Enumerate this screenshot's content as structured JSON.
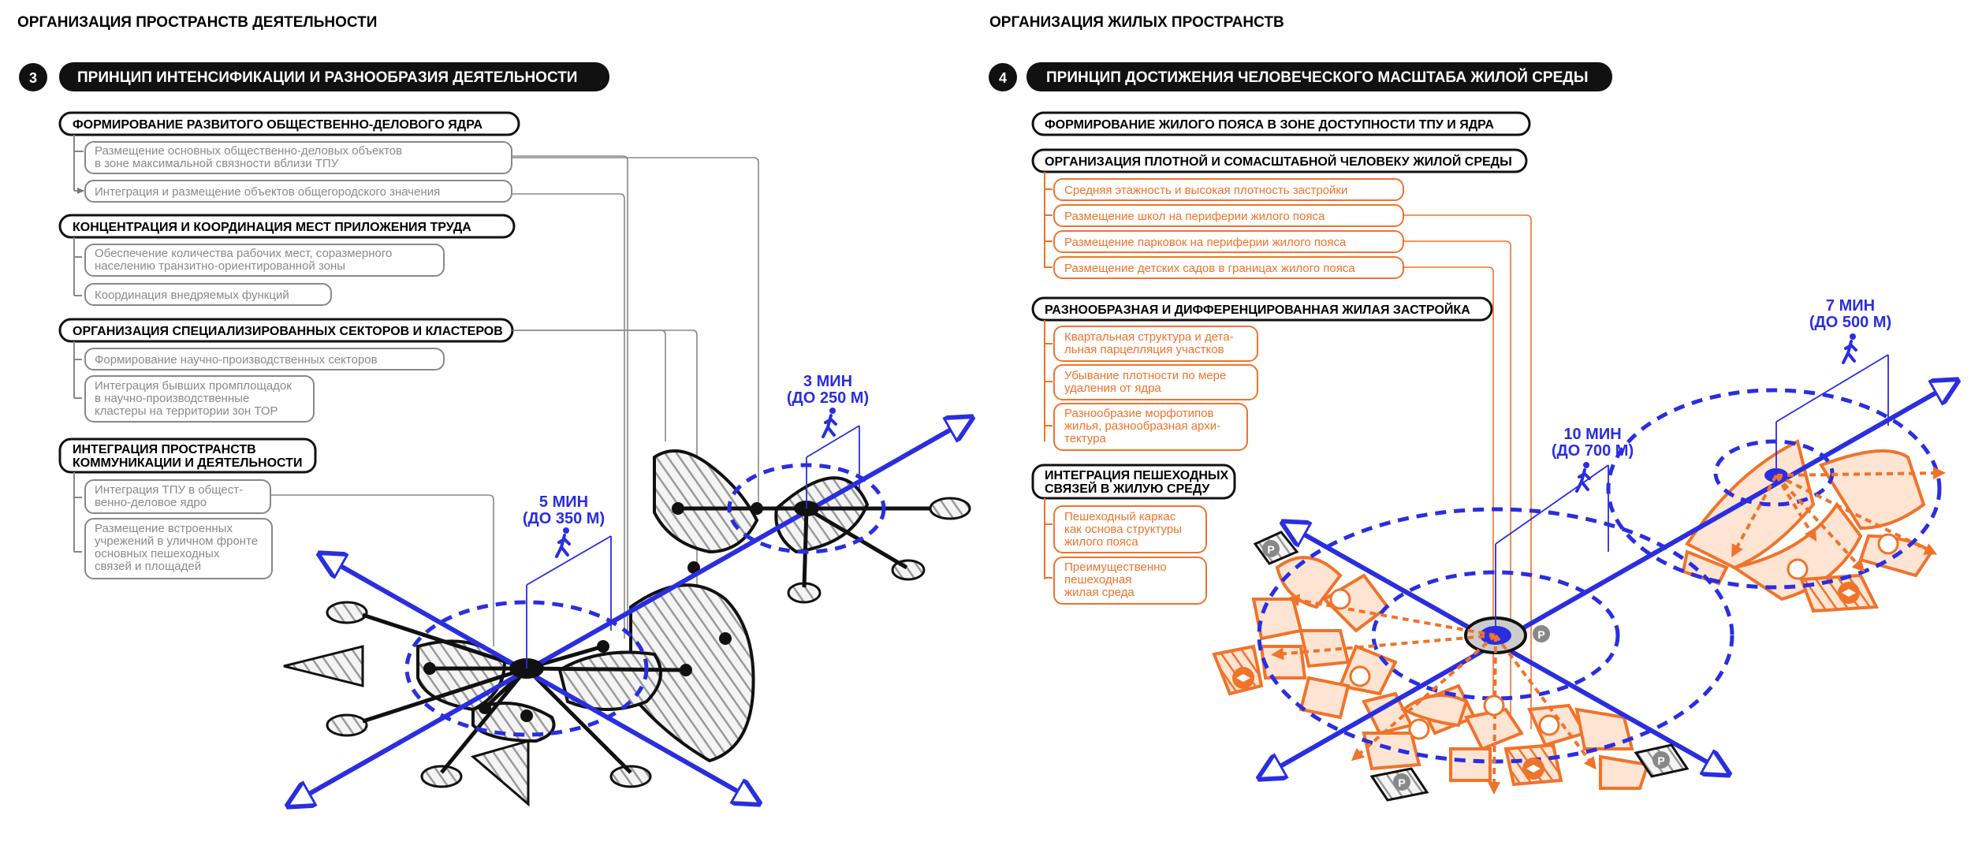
{
  "left": {
    "section_title": "ОРГАНИЗАЦИЯ ПРОСТРАНСТВ ДЕЯТЕЛЬНОСТИ",
    "principle_number": "3",
    "principle_title": "ПРИНЦИП ИНТЕНСИФИКАЦИИ И РАЗНООБРАЗИЯ ДЕЯТЕЛЬНОСТИ",
    "groups": [
      {
        "title": "ФОРМИРОВАНИЕ РАЗВИТОГО ОБЩЕСТВЕННО-ДЕЛОВОГО ЯДРА",
        "items": [
          "Размещение основных общественно-деловых объектов\nв зоне максимальной связности вблизи ТПУ",
          "Интеграция и размещение объектов общегородского значения"
        ]
      },
      {
        "title": "КОНЦЕНТРАЦИЯ И КООРДИНАЦИЯ МЕСТ ПРИЛОЖЕНИЯ ТРУДА",
        "items": [
          "Обеспечение количества рабочих мест, соразмерного\nнаселению транзитно-ориентированной зоны",
          "Координация внедряемых функций"
        ]
      },
      {
        "title": "ОРГАНИЗАЦИЯ СПЕЦИАЛИЗИРОВАННЫХ СЕКТОРОВ И КЛАСТЕРОВ",
        "items": [
          "Формирование научно-производственных секторов",
          "Интеграция бывших промплощадок\nв научно-производственные\nкластеры на территории зон ТОР"
        ]
      },
      {
        "title": "ИНТЕГРАЦИЯ ПРОСТРАНСТВ\nКОММУНИКАЦИИ И ДЕЯТЕЛЬНОСТИ",
        "items": [
          "Интеграция ТПУ в общест-\nвенно-деловое ядро",
          "Размещение встроенных\nучрежений в уличном фронте\nосновных пешеходных\nсвязей и площадей"
        ]
      }
    ],
    "walk_labels": [
      {
        "time": "5 МИН",
        "dist": "(ДО 350 М)"
      },
      {
        "time": "3 МИН",
        "dist": "(ДО 250 М)"
      }
    ]
  },
  "right": {
    "section_title": "ОРГАНИЗАЦИЯ ЖИЛЫХ ПРОСТРАНСТВ",
    "principle_number": "4",
    "principle_title": "ПРИНЦИП ДОСТИЖЕНИЯ ЧЕЛОВЕЧЕСКОГО МАСШТАБА ЖИЛОЙ СРЕДЫ",
    "groups": [
      {
        "title": "ФОРМИРОВАНИЕ ЖИЛОГО ПОЯСА В ЗОНЕ ДОСТУПНОСТИ ТПУ И ЯДРА",
        "items": []
      },
      {
        "title": "ОРГАНИЗАЦИЯ ПЛОТНОЙ И СОМАСШТАБНОЙ ЧЕЛОВЕКУ ЖИЛОЙ СРЕДЫ",
        "items": [
          "Средняя этажность и высокая плотность застройки",
          "Размещение школ на периферии жилого пояса",
          "Размещение парковок на периферии жилого пояса",
          "Размещение детских садов в границах жилого пояса"
        ]
      },
      {
        "title": "РАЗНООБРАЗНАЯ И ДИФФЕРЕНЦИРОВАННАЯ ЖИЛАЯ ЗАСТРОЙКА",
        "items": [
          "Квартальная структура и дета-\nльная парцелляция участков",
          "Убывание плотности по мере\nудаления от ядра",
          "Разнообразие морфотипов\nжилья, разнообразная архи-\nтектура"
        ]
      },
      {
        "title": "ИНТЕГРАЦИЯ ПЕШЕХОДНЫХ\nСВЯЗЕЙ В ЖИЛУЮ СРЕДУ",
        "items": [
          "Пешеходный каркас\nкак основа структуры\nжилого пояса",
          "Преимущественно\nпешеходная\nжилая среда"
        ]
      }
    ],
    "walk_labels": [
      {
        "time": "10 МИН",
        "dist": "(ДО 700 М)"
      },
      {
        "time": "7 МИН",
        "dist": "(ДО 500 М)"
      }
    ],
    "parking_letter": "P"
  },
  "colors": {
    "accent_blue": "#2a2ee0",
    "accent_orange": "#f0732a",
    "gray_text": "#8a8a8a",
    "black": "#111111"
  },
  "icons": [
    "pedestrian-icon",
    "parking-icon",
    "school-icon",
    "arrow-icon"
  ]
}
